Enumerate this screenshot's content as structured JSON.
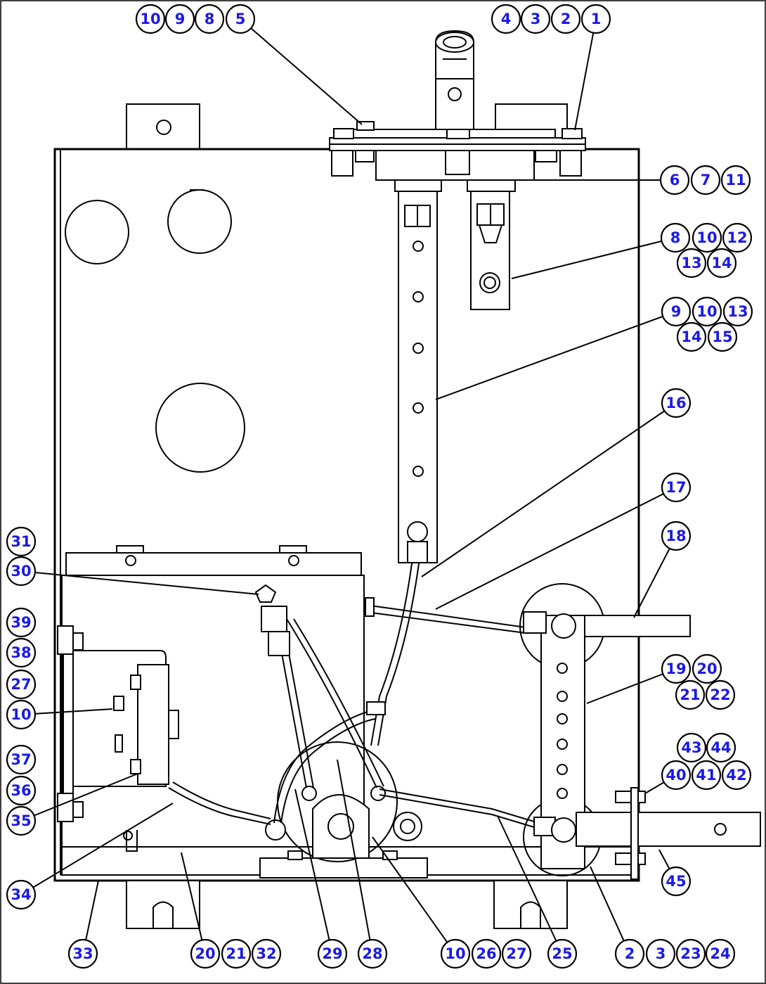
{
  "colors": {
    "callout_text": "#1a1ae6",
    "line": "#000000",
    "background": "#ffffff"
  },
  "callouts": [
    {
      "id": "c1",
      "label": "10"
    },
    {
      "id": "c2",
      "label": "9"
    },
    {
      "id": "c3",
      "label": "8"
    },
    {
      "id": "c4",
      "label": "5"
    },
    {
      "id": "c5",
      "label": "4"
    },
    {
      "id": "c6",
      "label": "3"
    },
    {
      "id": "c7",
      "label": "2"
    },
    {
      "id": "c8",
      "label": "1"
    },
    {
      "id": "c9",
      "label": "6"
    },
    {
      "id": "c10",
      "label": "7"
    },
    {
      "id": "c11",
      "label": "11"
    },
    {
      "id": "c12",
      "label": "8"
    },
    {
      "id": "c13",
      "label": "10"
    },
    {
      "id": "c14",
      "label": "12"
    },
    {
      "id": "c15",
      "label": "13"
    },
    {
      "id": "c16",
      "label": "14"
    },
    {
      "id": "c17",
      "label": "9"
    },
    {
      "id": "c18",
      "label": "10"
    },
    {
      "id": "c19",
      "label": "13"
    },
    {
      "id": "c20",
      "label": "14"
    },
    {
      "id": "c21",
      "label": "15"
    },
    {
      "id": "c22",
      "label": "16"
    },
    {
      "id": "c23",
      "label": "17"
    },
    {
      "id": "c24",
      "label": "18"
    },
    {
      "id": "c25",
      "label": "19"
    },
    {
      "id": "c26",
      "label": "20"
    },
    {
      "id": "c27",
      "label": "21"
    },
    {
      "id": "c28",
      "label": "22"
    },
    {
      "id": "c29",
      "label": "43"
    },
    {
      "id": "c30",
      "label": "44"
    },
    {
      "id": "c31",
      "label": "40"
    },
    {
      "id": "c32",
      "label": "41"
    },
    {
      "id": "c33",
      "label": "42"
    },
    {
      "id": "c34",
      "label": "45"
    },
    {
      "id": "c35",
      "label": "31"
    },
    {
      "id": "c36",
      "label": "30"
    },
    {
      "id": "c37",
      "label": "39"
    },
    {
      "id": "c38",
      "label": "38"
    },
    {
      "id": "c39",
      "label": "27"
    },
    {
      "id": "c40",
      "label": "10"
    },
    {
      "id": "c41",
      "label": "37"
    },
    {
      "id": "c42",
      "label": "36"
    },
    {
      "id": "c43",
      "label": "35"
    },
    {
      "id": "c44",
      "label": "34"
    },
    {
      "id": "c45",
      "label": "33"
    },
    {
      "id": "c46",
      "label": "20"
    },
    {
      "id": "c47",
      "label": "21"
    },
    {
      "id": "c48",
      "label": "32"
    },
    {
      "id": "c49",
      "label": "29"
    },
    {
      "id": "c50",
      "label": "28"
    },
    {
      "id": "c51",
      "label": "10"
    },
    {
      "id": "c52",
      "label": "26"
    },
    {
      "id": "c53",
      "label": "27"
    },
    {
      "id": "c54",
      "label": "25"
    },
    {
      "id": "c55",
      "label": "2"
    },
    {
      "id": "c56",
      "label": "3"
    },
    {
      "id": "c57",
      "label": "23"
    },
    {
      "id": "c58",
      "label": "24"
    }
  ]
}
